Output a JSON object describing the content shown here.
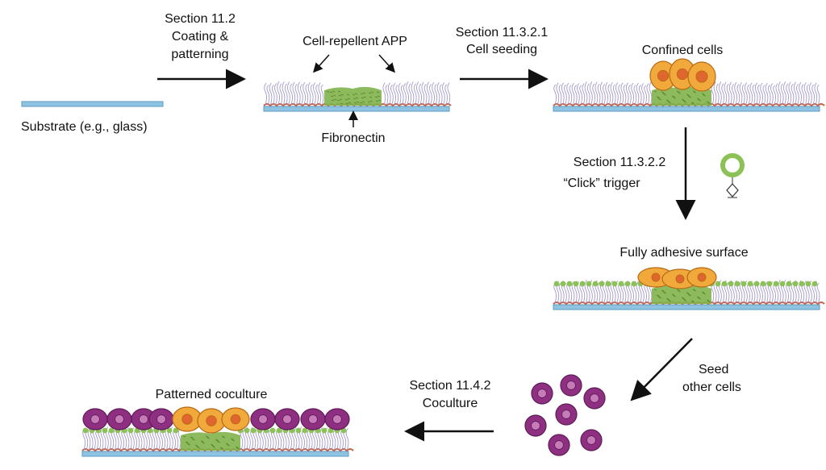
{
  "steps": {
    "substrate": {
      "label": "Substrate (e.g., glass)"
    },
    "coating": {
      "section": "Section 11.2",
      "line1": "Coating &",
      "line2": "patterning"
    },
    "repellent_label": "Cell-repellent APP",
    "fibronectin_label": "Fibronectin",
    "seeding": {
      "section": "Section 11.3.2.1",
      "label": "Cell seeding"
    },
    "confined_label": "Confined cells",
    "click": {
      "section": "Section 11.3.2.2",
      "label": "“Click” trigger"
    },
    "adhesive_label": "Fully adhesive surface",
    "seed_other": {
      "line1": "Seed",
      "line2": "other cells"
    },
    "coculture_step": {
      "section": "Section 11.4.2",
      "label": "Coculture"
    },
    "coculture_label": "Patterned coculture"
  },
  "colors": {
    "substrate": "#8ec3e2",
    "substrate_edge": "#5b9cc6",
    "brush": "#9b8fc4",
    "anchor": "#c4644a",
    "fibronectin": "#7fb24a",
    "bead": "#8cc255",
    "cell_orange": "#f2a93b",
    "cell_orange_edge": "#b56a14",
    "nucleus_orange": "#e0662f",
    "cell_purple": "#8e2f82",
    "cell_purple_edge": "#5e1c57",
    "nucleus_purple": "#c67ab8",
    "arrow": "#111111"
  },
  "icons": [
    "click-trigger-icon"
  ]
}
